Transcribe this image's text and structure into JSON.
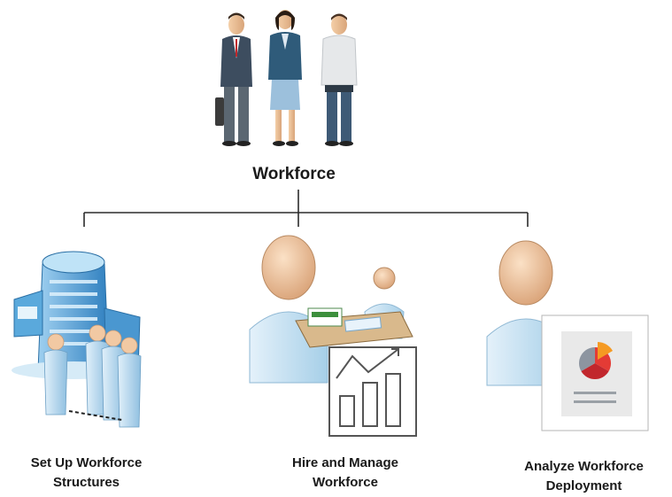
{
  "root": {
    "label": "Workforce",
    "icon": "people-group-icon"
  },
  "children": [
    {
      "line1": "Set Up Workforce",
      "line2": "Structures",
      "icon": "organization-building-icon"
    },
    {
      "line1": "Hire and Manage",
      "line2": "Workforce",
      "icon": "hiring-desk-icon"
    },
    {
      "line1": "Analyze Workforce",
      "line2": "Deployment",
      "icon": "analytics-report-icon"
    }
  ],
  "colors": {
    "connector": "#2b2b2b",
    "skin": "#f2c9a3",
    "person_blue": "#bcdcee",
    "building_blue": "#4d9fd6"
  }
}
